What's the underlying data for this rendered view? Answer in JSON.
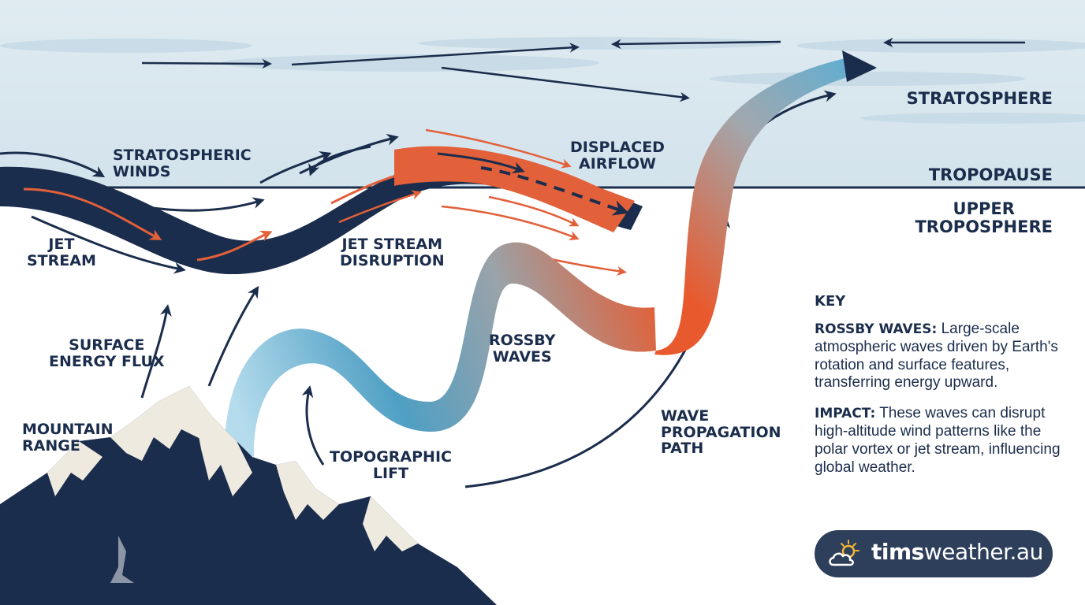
{
  "layers": {
    "stratosphere": "STRATOSPHERE",
    "tropopause": "TROPOPAUSE",
    "upper_troposphere": [
      "UPPER",
      "TROPOSPHERE"
    ]
  },
  "labels": {
    "stratospheric_winds": [
      "STRATOSPHERIC",
      "WINDS"
    ],
    "displaced_airflow": [
      "DISPLACED",
      "AIRFLOW"
    ],
    "jet_stream": [
      "JET",
      "STREAM"
    ],
    "jet_stream_disruption": [
      "JET STREAM",
      "DISRUPTION"
    ],
    "surface_energy_flux": [
      "SURFACE",
      "ENERGY FLUX"
    ],
    "rossby_waves": [
      "ROSSBY",
      "WAVES"
    ],
    "mountain_range": [
      "MOUNTAIN",
      "RANGE"
    ],
    "topographic_lift": [
      "TOPOGRAPHIC",
      "LIFT"
    ],
    "wave_propagation_path": [
      "WAVE",
      "PROPAGATION",
      "PATH"
    ]
  },
  "key": {
    "title": "KEY",
    "rossby_term": "ROSSBY WAVES:",
    "rossby_def": "Large-scale atmospheric waves driven by Earth's rotation and surface features, transferring energy upward.",
    "impact_term": "IMPACT:",
    "impact_def": "These waves can disrupt high-altitude wind patterns like the polar vortex or jet stream, influencing global weather."
  },
  "brand": {
    "bold": "tims",
    "rest": "weather.au"
  },
  "colors": {
    "navy": "#1b2d4c",
    "orange": "#e2603a",
    "sky": "#d8e6ee",
    "wave_blue": "#5aa7c9",
    "snow": "#eeeae0",
    "badge": "#2e3f5b"
  }
}
